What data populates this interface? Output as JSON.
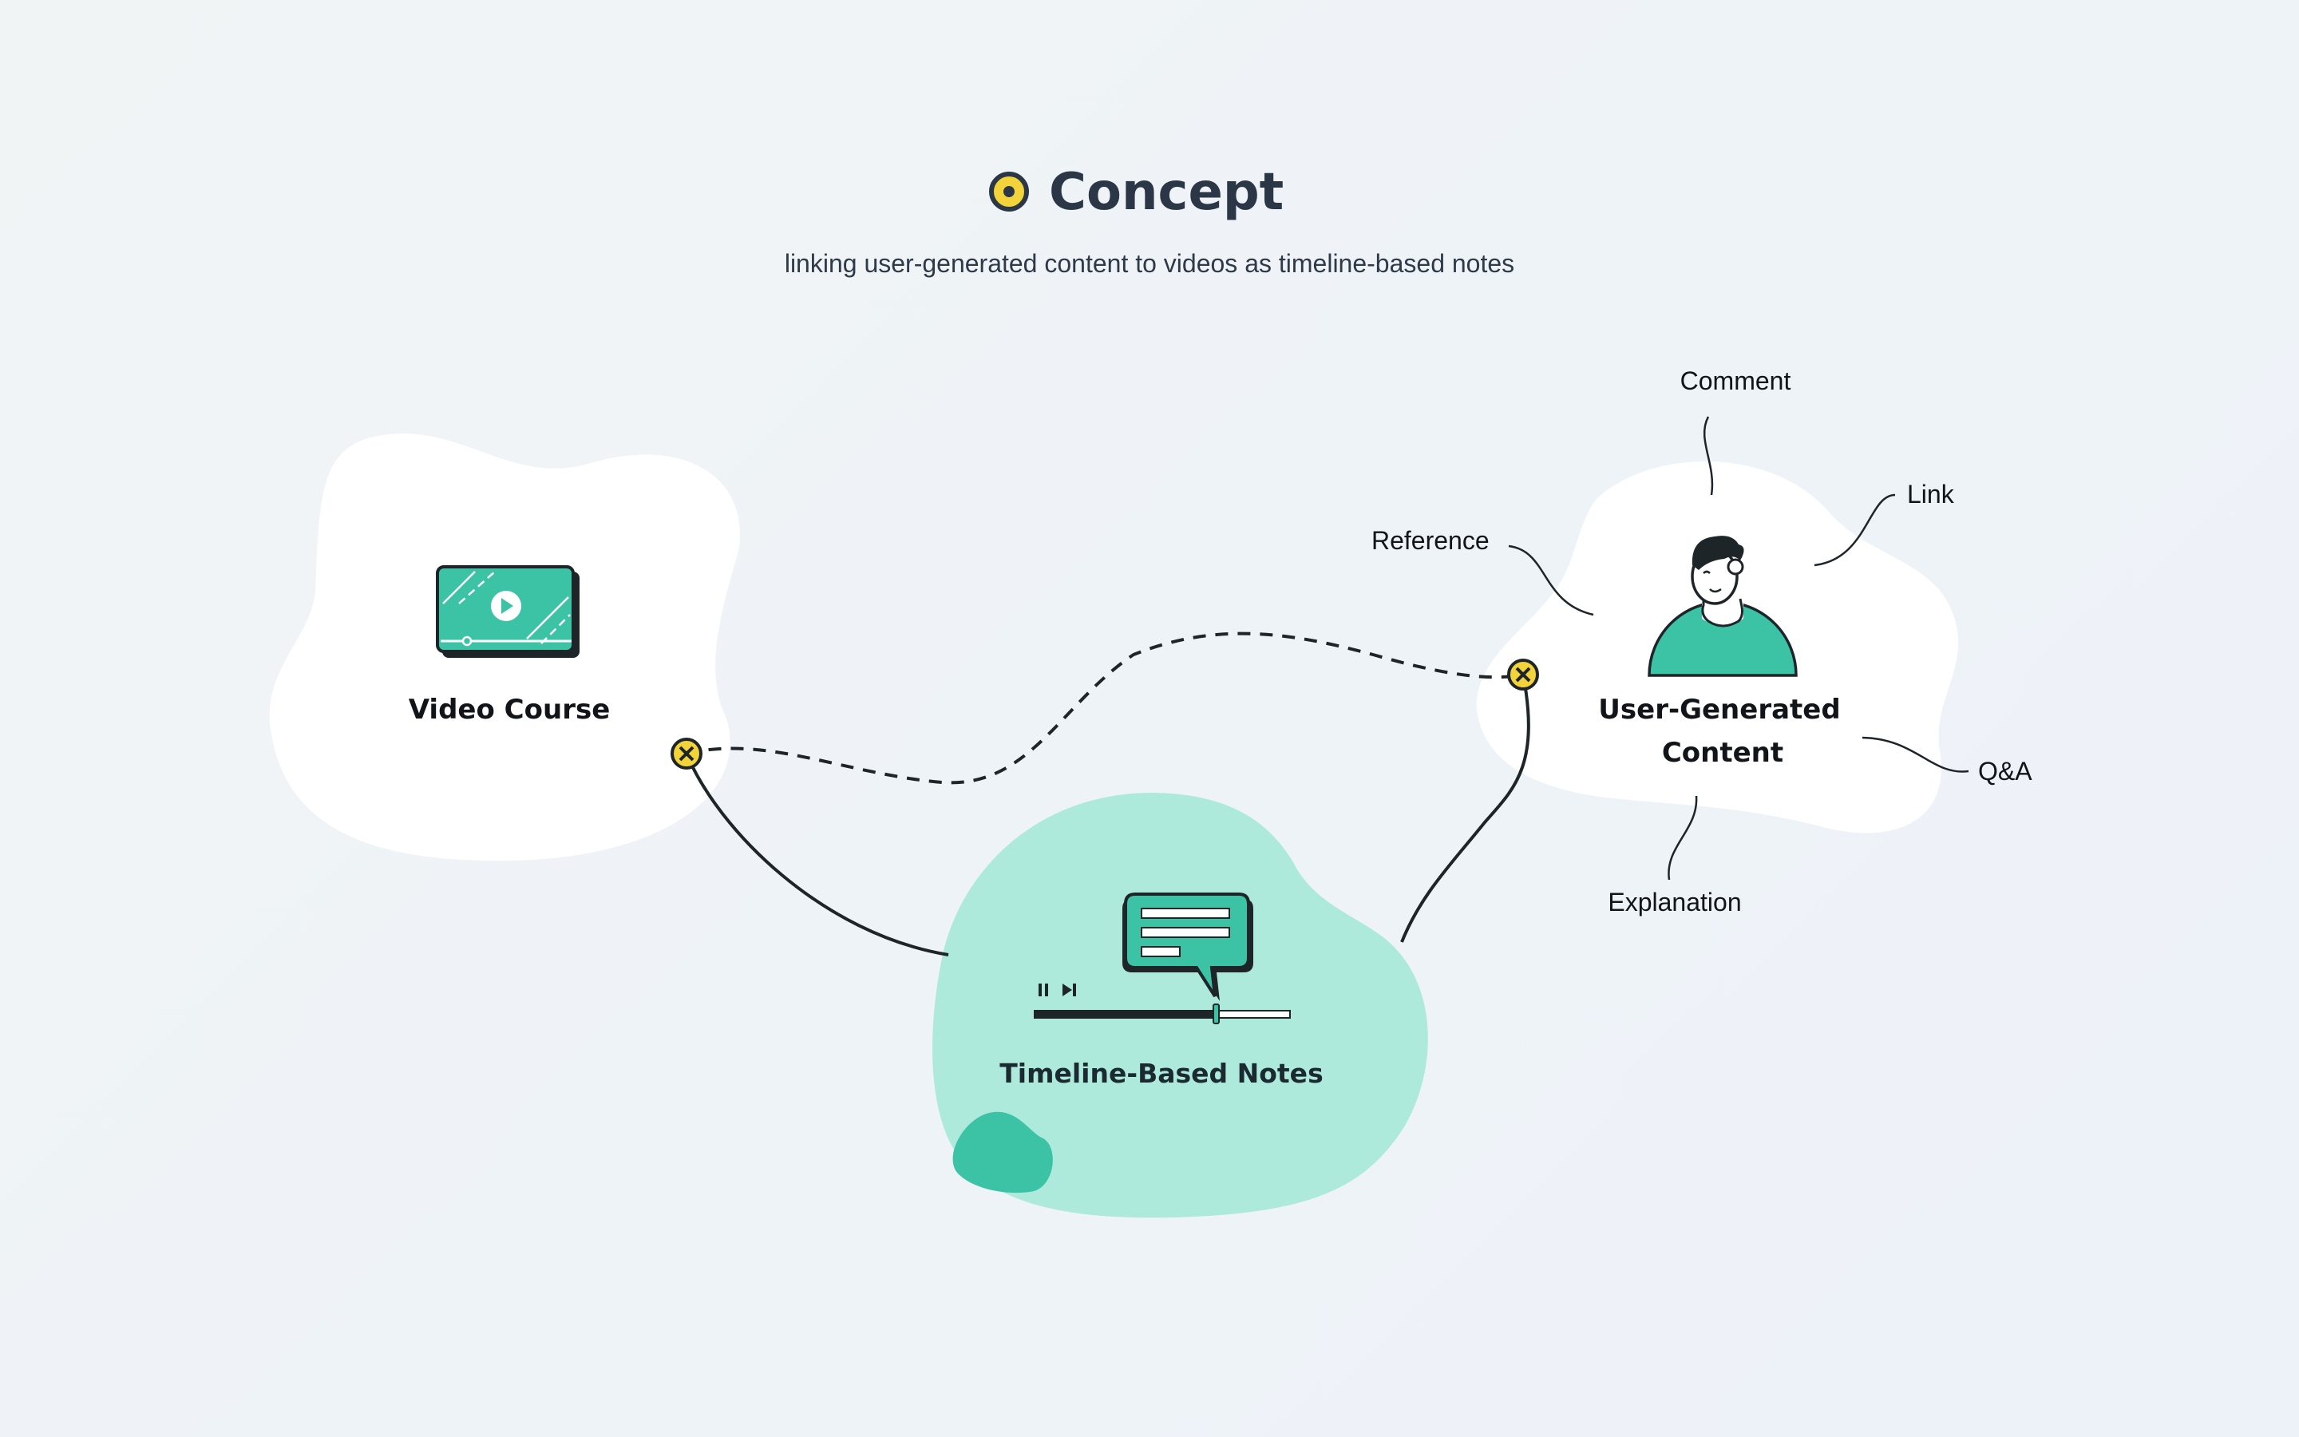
{
  "header": {
    "title": "Concept",
    "subtitle": "linking user-generated content to videos as timeline-based notes"
  },
  "nodes": {
    "video_course": {
      "label": "Video Course"
    },
    "timeline_notes": {
      "label": "Timeline-Based Notes"
    },
    "ugc": {
      "label_line1": "User-Generated",
      "label_line2": "Content"
    }
  },
  "ugc_types": {
    "comment": "Comment",
    "link": "Link",
    "reference": "Reference",
    "qa": "Q&A",
    "explanation": "Explanation"
  },
  "colors": {
    "accent_yellow": "#f2d43a",
    "teal": "#3cc3a6",
    "light_teal": "#aeeadb",
    "dark": "#1e2529",
    "background": "#eef3f7"
  }
}
